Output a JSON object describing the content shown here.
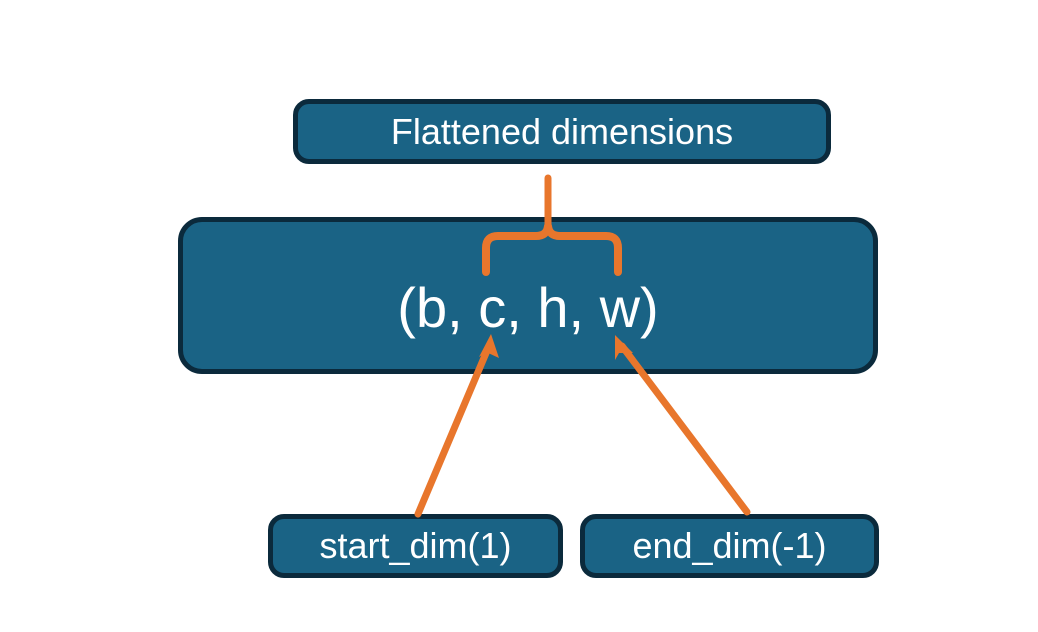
{
  "diagram": {
    "title_node": {
      "label": "Flattened dimensions"
    },
    "shape_node": {
      "label": "(b, c, h, w)"
    },
    "start_node": {
      "label": "start_dim(1)"
    },
    "end_node": {
      "label": "end_dim(-1)"
    },
    "colors": {
      "node_fill": "#1a6385",
      "node_border": "#0b2a3c",
      "node_text": "#ffffff",
      "connector": "#e8762c",
      "background": "#ffffff"
    },
    "connectors": [
      {
        "name": "brace-over-c-h-w",
        "type": "curly-brace",
        "from": "shape_node.dims c,h,w",
        "to": "title_node"
      },
      {
        "name": "arrow-start-dim-to-c",
        "type": "arrow",
        "from": "start_node",
        "to": "shape_node dim c"
      },
      {
        "name": "arrow-end-dim-to-w",
        "type": "arrow",
        "from": "end_node",
        "to": "shape_node dim w"
      }
    ]
  }
}
